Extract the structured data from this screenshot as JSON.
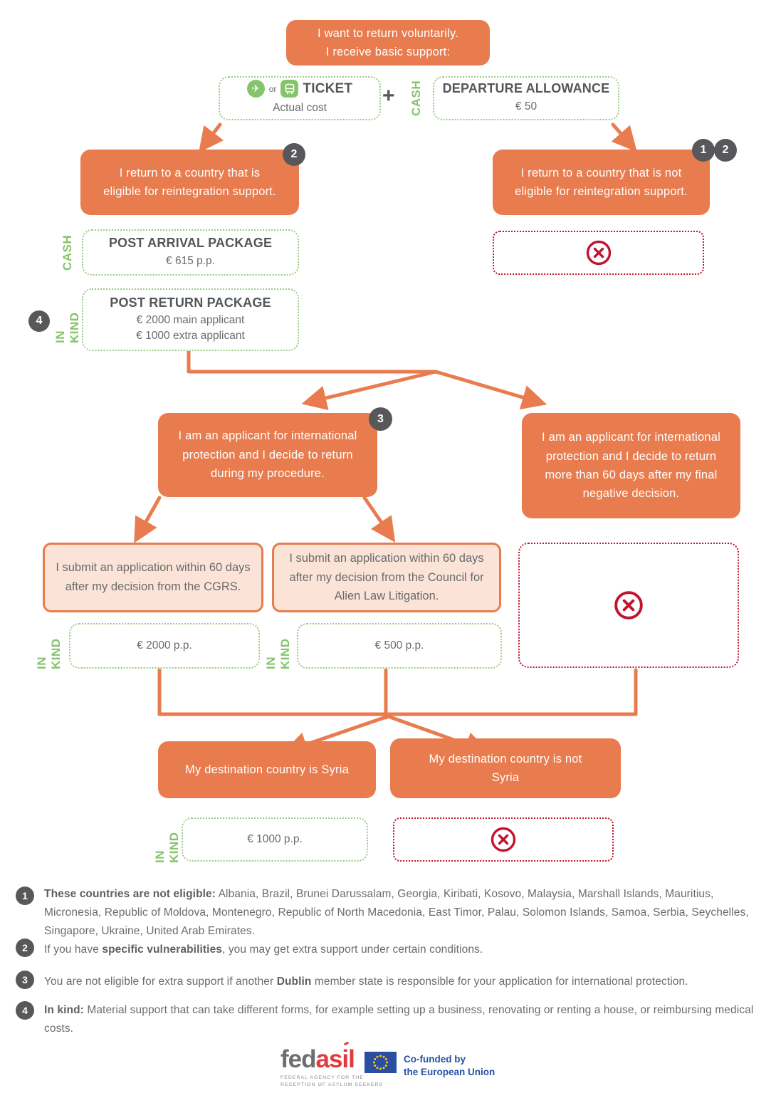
{
  "colors": {
    "orange": "#E87C4E",
    "light_orange": "#FBE3D7",
    "green": "#85C46B",
    "green_dots": "#9CCB84",
    "red": "#C2132E",
    "badge_gray": "#58585A",
    "text_gray": "#6A6B6E",
    "eu_blue": "#2553A3",
    "logo_red": "#E03A3E"
  },
  "labels": {
    "cash": "CASH",
    "in_kind": "IN KIND",
    "plus": "+",
    "or": "or"
  },
  "start": {
    "text": "I want to return voluntarily.\nI receive basic support:"
  },
  "ticket_box": {
    "title": "TICKET",
    "subtitle": "Actual cost"
  },
  "departure_box": {
    "title": "DEPARTURE ALLOWANCE",
    "amount": "€ 50"
  },
  "eligible_box": {
    "text": "I return to a country that is eligible for reintegration support.",
    "badges": [
      "2"
    ]
  },
  "not_eligible_box": {
    "text": "I return to a country that is not eligible for reintegration support.",
    "badges": [
      "1",
      "2"
    ]
  },
  "post_arrival": {
    "title": "POST ARRIVAL PACKAGE",
    "amount": "€ 615 p.p."
  },
  "post_return": {
    "title": "POST RETURN PACKAGE",
    "line1": "€ 2000 main applicant",
    "line2": "€ 1000 extra applicant",
    "badge": "4"
  },
  "applicant_during": {
    "text": "I am an applicant for international protection and I decide to return during my procedure.",
    "badge": "3"
  },
  "applicant_after": {
    "text": "I am an applicant for international protection and I decide to return more than 60 days after my final negative decision."
  },
  "submit_cgrs": {
    "text": "I submit an application within 60 days after my decision from the CGRS.",
    "amount": "€ 2000 p.p."
  },
  "submit_council": {
    "text": "I submit an application within 60 days after my decision from the Council for Alien Law Litigation.",
    "amount": "€ 500 p.p."
  },
  "dest_syria": {
    "text": "My destination country is Syria",
    "amount": "€ 1000 p.p."
  },
  "dest_not_syria": {
    "text": "My destination country is not Syria"
  },
  "footnotes": [
    {
      "badge": "1",
      "segments": [
        {
          "text": "These countries are not eligible:",
          "bold": true
        },
        {
          "text": " Albania, Brazil, Brunei Darussalam, Georgia, Kiribati, Kosovo, Malaysia, Marshall Islands, Mauritius, Micronesia, Republic of Moldova, Montenegro, Republic of North Macedonia, East Timor, Palau, Solomon Islands, Samoa, Serbia, Seychelles, Singapore, Ukraine, United Arab Emirates.",
          "bold": false
        }
      ]
    },
    {
      "badge": "2",
      "segments": [
        {
          "text": "If you have ",
          "bold": false
        },
        {
          "text": "specific vulnerabilities",
          "bold": true
        },
        {
          "text": ", you may get extra support under certain conditions.",
          "bold": false
        }
      ]
    },
    {
      "badge": "3",
      "segments": [
        {
          "text": "You are not eligible for extra support if another ",
          "bold": false
        },
        {
          "text": "Dublin",
          "bold": true
        },
        {
          "text": " member state is responsible for your application for international protection.",
          "bold": false
        }
      ]
    },
    {
      "badge": "4",
      "segments": [
        {
          "text": "In kind:",
          "bold": true
        },
        {
          "text": " Material support that can take different forms, for example setting up a business, renovating or renting a house, or reimbursing medical costs.",
          "bold": false
        }
      ]
    }
  ],
  "footer": {
    "logo": {
      "part1": "fed",
      "part2": "asil",
      "tagline1": "FEDERAL AGENCY FOR THE",
      "tagline2": "RECEPTION OF ASYLUM SEEKERS"
    },
    "eu": {
      "line1": "Co-funded by",
      "line2": "the European Union"
    }
  }
}
